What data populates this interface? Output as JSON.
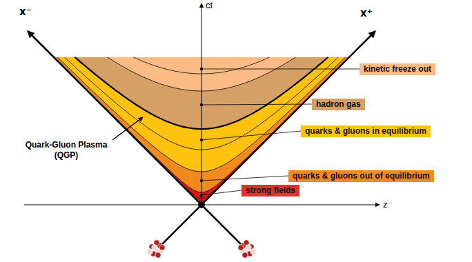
{
  "diagram": {
    "nodes": [
      {
        "text": [
          "kinetic freeze out"
        ]
      },
      {
        "text": [
          "hadron gas"
        ]
      },
      {
        "text": [
          "quarks & gluons in equilibrium"
        ]
      },
      {
        "text": [
          "quarks & gluons out of equilibrium"
        ]
      },
      {
        "text": [
          "strong fields"
        ]
      }
    ],
    "labels": [
      "x⁻",
      "x⁺",
      "ct",
      "z",
      "Quark-Gluon Plasma (QGP)"
    ]
  }
}
